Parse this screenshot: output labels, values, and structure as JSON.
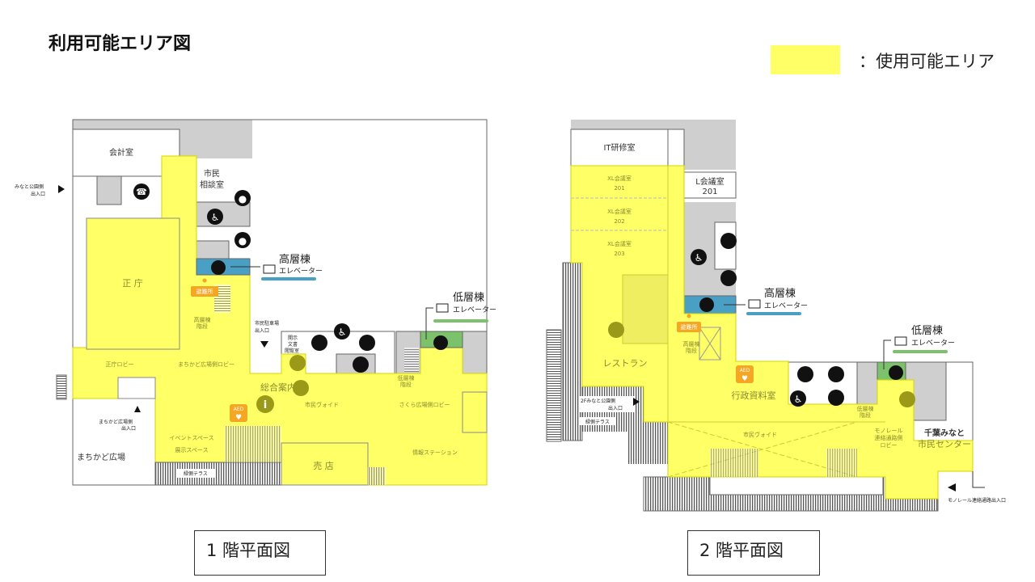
{
  "title": "利用可能エリア図",
  "legend": {
    "label": "：使用可能エリア",
    "color": "#ffff66"
  },
  "colors": {
    "available": "#ffff66",
    "high_rise_elevator": "#4a9fc4",
    "low_rise_elevator": "#7bc26b",
    "gray_area": "#cfcfcf",
    "orange": "#f5a623"
  },
  "floor1": {
    "caption": "1 階平面図",
    "rooms": {
      "accounting": "会計室",
      "consultation_1": "市民",
      "consultation_2": "相談室",
      "ceremony_hall": "正 庁",
      "ceremony_lobby": "正庁ロビー",
      "machikado_lobby": "まちかど広場側ロビー",
      "high_stairs_1": "高層棟",
      "high_stairs_2": "階段",
      "info_desk": "総合案内",
      "disclosure_1": "開示",
      "disclosure_2": "文書",
      "disclosure_3": "閲覧室",
      "civic_void": "市民ヴォイド",
      "sakura_lobby": "さくら広場側ロビー",
      "low_stairs_1": "低層棟",
      "low_stairs_2": "階段",
      "event_space": "イベントスペース",
      "exhibit_space": "展示スペース",
      "terrace": "緑側テラス",
      "shop": "売 店",
      "info_station": "情報ステーション",
      "plaza": "まちかど広場"
    },
    "entrances": {
      "minato_park_1": "みなと公園側",
      "minato_park_2": "出入口",
      "parking_1": "市民駐車場",
      "parking_2": "出入口",
      "machikado_1": "まちかど広場側",
      "machikado_2": "出入口"
    },
    "elevators": {
      "high": {
        "title": "高層棟",
        "sub": "エレベーター"
      },
      "low": {
        "title": "低層棟",
        "sub": "エレベーター"
      }
    },
    "badges": {
      "evac": "避難所",
      "aed": "AED",
      "info": "i"
    }
  },
  "floor2": {
    "caption": "2 階平面図",
    "rooms": {
      "it_room": "IT研修室",
      "xl201_a": "XL会議室",
      "xl201_b": "201",
      "xl202_a": "XL会議室",
      "xl202_b": "202",
      "xl203_a": "XL会議室",
      "xl203_b": "203",
      "l201_a": "L会議室",
      "l201_b": "201",
      "restaurant": "レストラン",
      "high_stairs_1": "高層棟",
      "high_stairs_2": "階段",
      "admin_docs": "行政資料室",
      "civic_void": "市民ヴォイド",
      "low_stairs_1": "低層棟",
      "low_stairs_2": "階段",
      "mono_lobby_1": "モノレール",
      "mono_lobby_2": "連絡通路側",
      "mono_lobby_3": "ロビー",
      "center_1": "千葉みなと",
      "center_2": "市民センター",
      "terrace": "緑側テラス"
    },
    "entrances": {
      "minato_park_1": "2Fみなと公園側",
      "minato_park_2": "出入口",
      "monorail": "モノレール連絡通路出入口"
    },
    "elevators": {
      "high": {
        "title": "高層棟",
        "sub": "エレベーター"
      },
      "low": {
        "title": "低層棟",
        "sub": "エレベーター"
      }
    },
    "badges": {
      "evac": "避難所",
      "aed": "AED"
    }
  }
}
